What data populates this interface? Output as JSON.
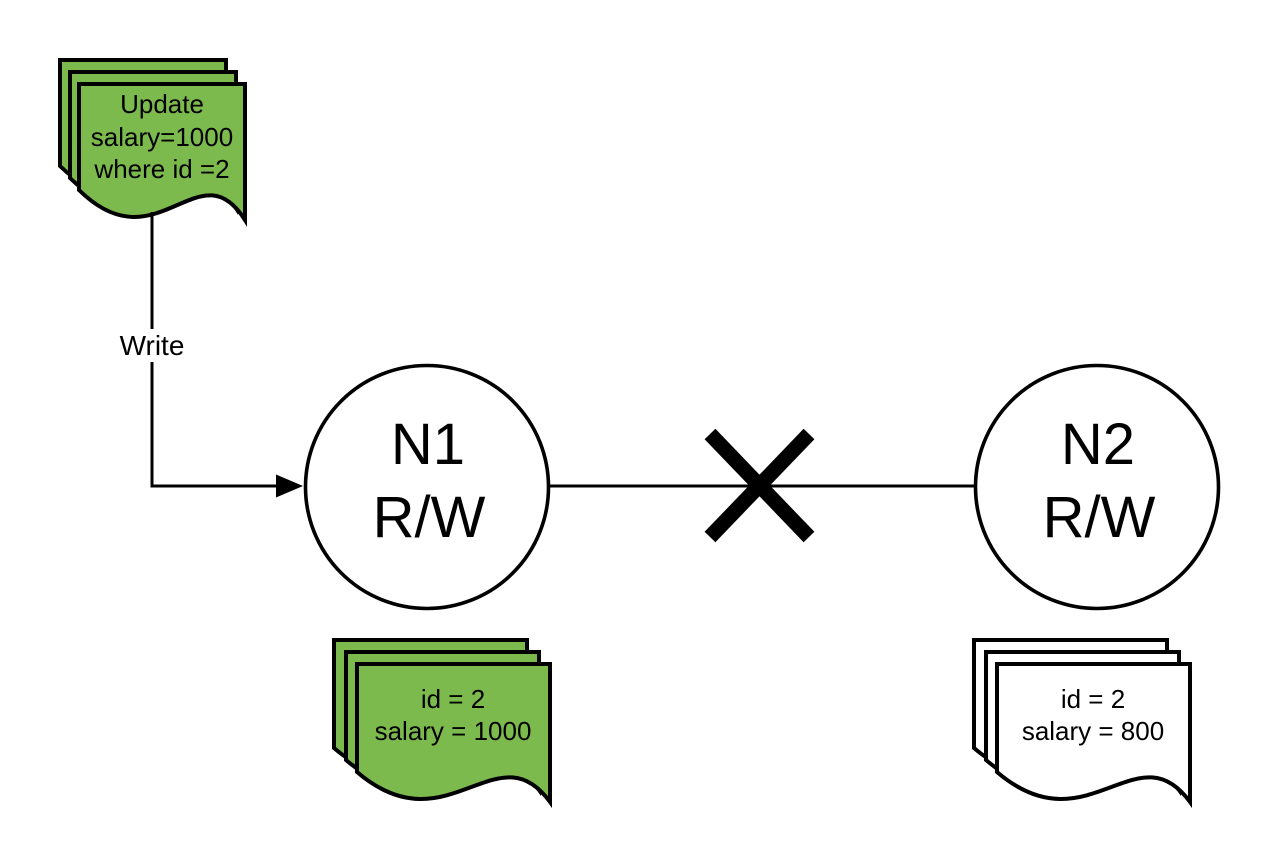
{
  "colors": {
    "background": "#ffffff",
    "doc_green": "#7CBA4E",
    "doc_white": "#ffffff",
    "line_black": "#000000"
  },
  "diagram": {
    "write_label": "Write",
    "update_doc": {
      "lines": [
        "Update",
        "salary=1000",
        "where id =2"
      ]
    },
    "node1": {
      "name": "N1",
      "mode": "R/W"
    },
    "node2": {
      "name": "N2",
      "mode": "R/W"
    },
    "n1_data_doc": {
      "lines": [
        "id = 2",
        "salary = 1000"
      ]
    },
    "n2_data_doc": {
      "lines": [
        "id = 2",
        "salary = 800"
      ]
    }
  }
}
